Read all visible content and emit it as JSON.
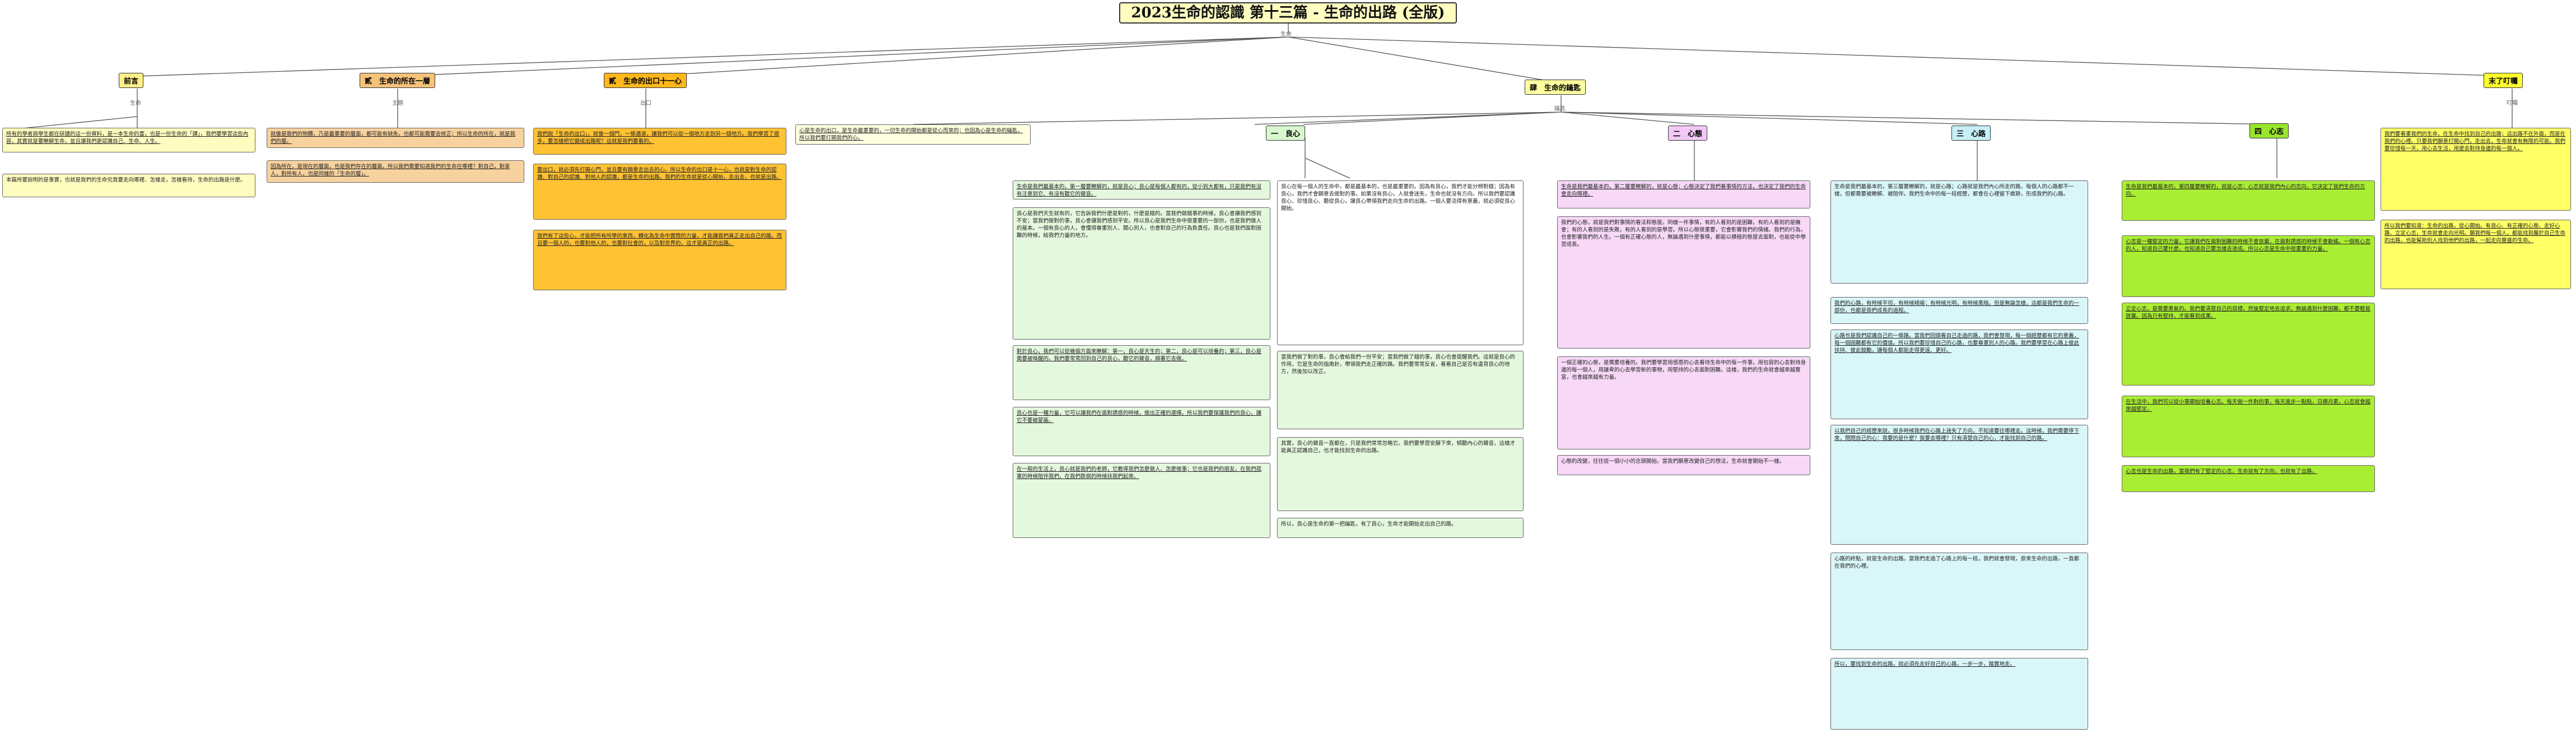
{
  "root": {
    "title": "2023生命的認識 第十三篇 - 生命的出路 (全版)",
    "header_note": "生命"
  },
  "colors": {
    "root_bg": "#fffcc0",
    "preface": "#ffee88",
    "preface_card": "#fffcc0",
    "second": "#f5c27a",
    "second_card": "#f8d29e",
    "third": "#ffb81c",
    "third_card": "#ffc233",
    "fourth": "#ffffa0",
    "fourth_card": "#ffffe0",
    "heart1": "#d8f7cf",
    "heart1_card": "#e4f8de",
    "heart2": "#f2c8f4",
    "heart2_card": "#f7d8f7",
    "heart3": "#c6f0f6",
    "heart3_card": "#d9f6f9",
    "heart4": "#9be42e",
    "heart4_card": "#aaee33",
    "epilogue": "#ffff30",
    "epilogue_card": "#ffff66",
    "line": "#555555"
  },
  "branches": {
    "preface": {
      "label": "前言",
      "note": "生命",
      "cards": [
        "所有的學者與學生都在研讀的這一份資料，是一本生命的書，也是一份生命的「課」，我們要學習這些內容，其實就是要瞭解生命，並且讓我們更認識自己、生命、人生。",
        "本篇所要說明的是事實，也就是我們的生命究竟要走向哪裡、怎樣走，怎樣看待，生命的出路是什麼。"
      ]
    },
    "second": {
      "label": "貳　生命的所在一層",
      "note": "主題",
      "cards": [
        "就像是我們的物體，乃是最重要的層面，都可能有缺失，也都可能需要去修正；所以生命的所在，就是我們的層。",
        "因為所在，是現在的層面，也是我們存在的層面，所以我們需要知道我們的生命在哪裡？對自己，對家人，對所有人，也是同樣的「生命的層」。"
      ]
    },
    "third": {
      "label": "貳　生命的出口十一心",
      "note": "出口",
      "cards": [
        "我們說「生命的出口」，就像一個門，一條通道，讓我們可以從一個地方走到另一個地方。我們學習了很多，要怎樣把它變成出路呢？這就是我們要看的。",
        "要出口，就必須先打開心門，並且要有願意走出去的心。所以生命的出口是十一心，也就是對生命的認識、對自己的認識、對他人的認識，都是生命的出路。我們的生命就是從心開始，走出去，也就是出路。",
        "我們有了這些心，才能把所有所學的東西，轉化為生命中實際的力量，才能讓我們真正走出自己的路。而且要一個人的，也要對他人的，也要對社會的，以及對世界的，這才是真正的出路。"
      ]
    },
    "fourth": {
      "label": "肆　生命的鑰匙",
      "note": "鑰匙",
      "intro": "心是生命的出口，是生命最重要的，一切生命的開始都是從心而來的；也因為心是生命的鑰匙，所以我們要打開我們的心。",
      "hearts": [
        {
          "label": "一　良心",
          "cards": [
            "生命是我們最基本的，第一層要瞭解的，就是良心；良心是每個人都有的，從小到大都有，只是我們有沒有注意到它、有沒有聽它的聲音。",
            "良心是我們天生就有的，它告訴我們什麼是對的，什麼是錯的。當我們做錯事的時候，良心會讓我們感到不安；當我們做對的事，良心會讓我們感到平安。所以良心是我們生命中很重要的一部份，也是我們做人的基本。一個有良心的人，會懂得尊重別人、關心別人，也會對自己的行為負責任。良心也是我們面對困難的時候，給我們力量的地方。",
            "對於良心，我們可以從幾個方面來瞭解：第一，良心是天生的；第二，良心是可以培養的；第三，良心是需要被喚醒的。我們要常常回到自己的良心，聽它的聲音，順著它去做。",
            "良心也是一種力量，它可以讓我們在面對誘惑的時候，做出正確的選擇。所以我們要保護我們的良心，讓它不要被蒙蔽。",
            "在一般的生活上，良心就是我們的老師，它教導我們怎麼做人、怎麼做事；它也是我們的朋友，在我們孤單的時候陪伴我們，在我們跌倒的時候扶我們起來。"
          ],
          "side_cards": [
            "良心在每一個人的生命中，都是最基本的，也是最重要的。因為有良心，我們才能分辨對錯；因為有良心，我們才會願意去做對的事。如果沒有良心，人就會迷失，生命也就沒有方向。所以我們要認識良心、珍惜良心、聽從良心，讓良心帶領我們走向生命的出路。一個人要活得有意義，就必須從良心開始。",
            "當我們做了對的事，良心會給我們一份平安；當我們做了錯的事，良心也會提醒我們。這就是良心的作用，它是生命的指南針，帶領我們走正確的路。我們要常常反省，看看自己是否有違背良心的地方，然後加以改正。",
            "其實，良心的聲音一直都在，只是我們常常忽略它。我們要學習安靜下來，傾聽內心的聲音，這樣才能真正認識自己，也才能找到生命的出路。",
            "所以，良心是生命的第一把鑰匙，有了良心，生命才能開始走出自己的路。"
          ]
        },
        {
          "label": "二　心態",
          "cards": [
            "生命是我們最基本的，第二層要瞭解的，就是心態；心態決定了我們看事情的方法，也決定了我們的生命會走向哪裡。",
            "我們的心態，就是我們對事情的看法和態度。同樣一件事情，有的人看到的是困難，有的人看到的是機會；有的人看到的是失敗，有的人看到的是學習。所以心態很重要，它會影響我們的情緒、我們的行為，也會影響我們的人生。一個有正確心態的人，無論遇到什麼事情，都能以積極的態度去面對，也能從中學習成長。",
            "一個正確的心態，是需要培養的。我們要學習用感恩的心去看待生命中的每一件事，用包容的心去對待身邊的每一個人，用謙卑的心去學習新的事物，用堅持的心去面對困難。這樣，我們的生命就會越來越豐富，也會越來越有力量。",
            "心態的改變，往往從一個小小的念頭開始。當我們願意改變自己的想法，生命就會開始不一樣。"
          ]
        },
        {
          "label": "三　心路",
          "cards": [
            "生命是我們最基本的，第三層要瞭解的，就是心路；心路就是我們內心所走的路，每個人的心路都不一樣，但都需要被瞭解、被陪伴。我們生命中的每一段經歷，都會在心裡留下痕跡，形成我們的心路。",
            "我們的心路，有時候平坦，有時候崎嶇；有時候光明，有時候黑暗。但是無論怎樣，這都是我們生命的一部份，也都是我們成長的過程。",
            "心路也是我們認識自己的一條路。當我們回頭看自己走過的路，我們會發現，每一個經歷都有它的意義，每一個困難都有它的價值。所以我們要珍惜自己的心路，也要尊重別人的心路。我們要學習在心路上彼此扶持、彼此鼓勵，讓每個人都能走得更遠、更好。",
            "以我們自己的經歷來說，很多時候我們在心路上迷失了方向，不知道要往哪裡走。這時候，我們需要停下來，問問自己的心：我要的是什麼？我要去哪裡？只有清楚自己的心，才能找到自己的路。",
            "心路的終點，就是生命的出路。當我們走過了心路上的每一段，我們就會發現，原來生命的出路，一直都在我們的心裡。",
            "所以，要找到生命的出路，就必須先走好自己的心路，一步一步，踏實地走。"
          ]
        },
        {
          "label": "四　心志",
          "cards": [
            "生命是我們最基本的，第四層要瞭解的，就是心志；心志就是我們內心的志向，它決定了我們生命的方向。",
            "心志是一種堅定的力量，它讓我們在面對困難的時候不會放棄，在面對誘惑的時候不會動搖。一個有心志的人，知道自己要什麼，也知道自己要怎樣去達成。所以心志是生命中很重要的力量。",
            "立定心志，是需要勇氣的。我們要清楚自己的目標，然後堅定地去追求。無論遇到什麼困難，都不要輕易放棄。因為只有堅持，才能看到成果。",
            "在生活中，我們可以從小事開始培養心志。每天做一件對的事，每天進步一點點，日積月累，心志就會越來越堅定。",
            "心志也是生命的出路，當我們有了堅定的心志，生命就有了方向，也就有了出路。"
          ]
        }
      ]
    },
    "epilogue": {
      "label": "末了叮囑",
      "note": "叮囑",
      "cards": [
        "我們要看重我們的生命，在生命中找到自己的出路；這出路不在外面，而是在我們的心裡。只要我們願意打開心門，走出去，生命就會有無限的可能。我們要珍惜每一天，用心去生活，用愛去對待身邊的每一個人。",
        "所以我們要知道：生命的出路，從心開始。有良心、有正確的心態、走好心路、立定心志，生命就會走向光明。願我們每一個人，都能找到屬於自己生命的出路，也能幫助別人找到他們的出路，一起走向豐盛的生命。"
      ]
    }
  }
}
